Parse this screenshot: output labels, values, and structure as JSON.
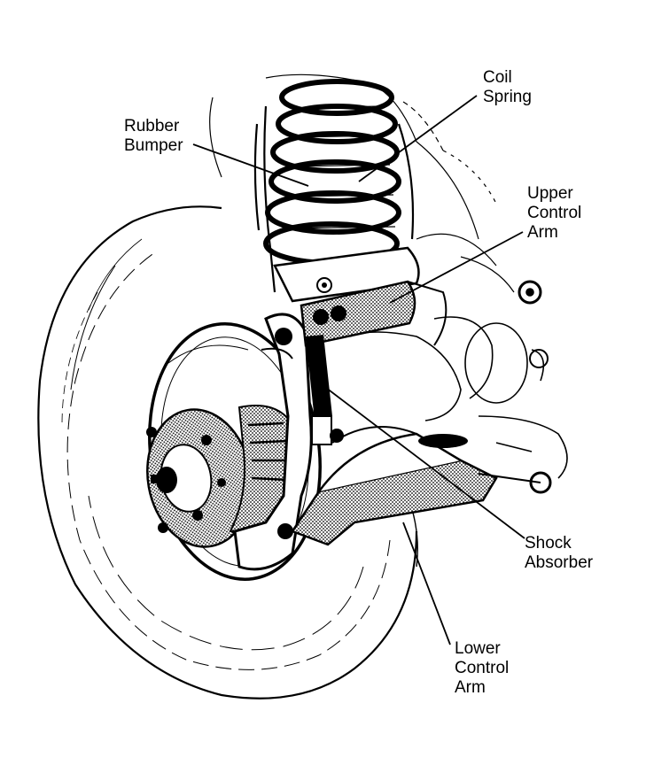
{
  "labels": {
    "coil_spring": "Coil\nSpring",
    "rubber_bumper": "Rubber\nBumper",
    "upper_control_arm": "Upper\nControl\nArm",
    "shock_absorber": "Shock\nAbsorber",
    "lower_control_arm": "Lower\nControl\nArm"
  },
  "colors": {
    "ink": "#000000",
    "paper": "#ffffff",
    "shade": "#6e6e6e"
  }
}
